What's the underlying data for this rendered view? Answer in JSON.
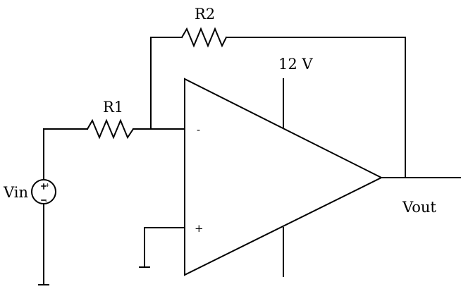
{
  "diagram": {
    "labels": {
      "r2": "R2",
      "r1": "R1",
      "supply": "12 V",
      "vin": "Vin",
      "vout": "Vout"
    },
    "opamp": {
      "inverting_symbol": "-",
      "noninverting_symbol": "+"
    },
    "source": {
      "positive_symbol": "+",
      "negative_symbol": "-"
    }
  }
}
